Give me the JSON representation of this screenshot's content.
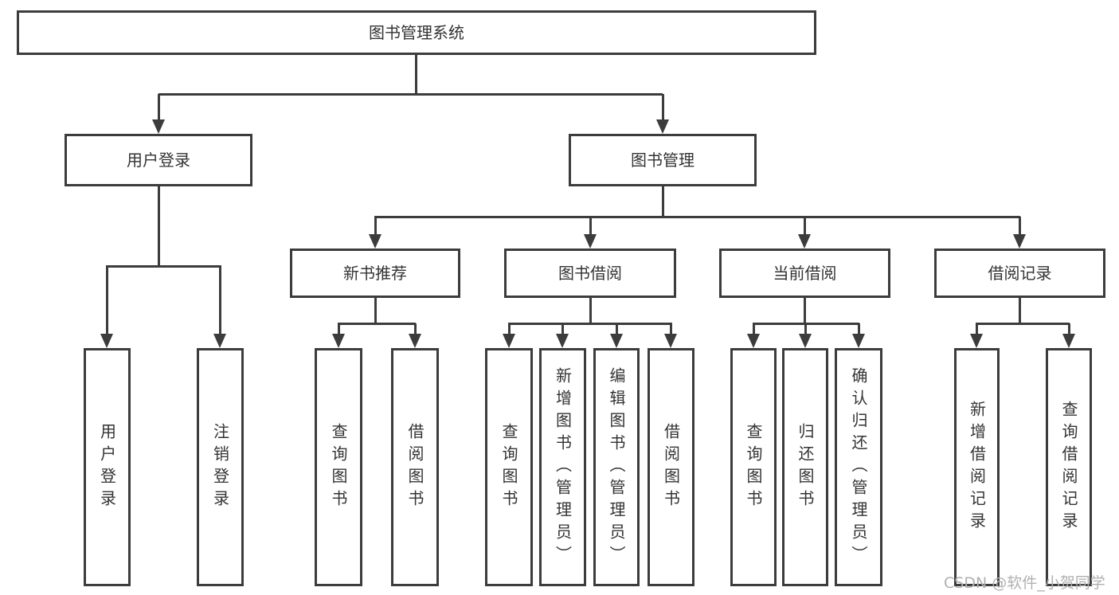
{
  "diagram": {
    "root": {
      "label": "图书管理系统"
    },
    "level2": [
      {
        "label": "用户登录"
      },
      {
        "label": "图书管理"
      }
    ],
    "level3": [
      {
        "label": "新书推荐"
      },
      {
        "label": "图书借阅"
      },
      {
        "label": "当前借阅"
      },
      {
        "label": "借阅记录"
      }
    ],
    "leaves": {
      "user_login": [
        {
          "label": "用户登录"
        },
        {
          "label": "注销登录"
        }
      ],
      "new_book": [
        {
          "label": "查询图书"
        },
        {
          "label": "借阅图书"
        }
      ],
      "book_borrow": [
        {
          "label": "查询图书"
        },
        {
          "label": "新增图书（管理员）"
        },
        {
          "label": "编辑图书（管理员）"
        },
        {
          "label": "借阅图书"
        }
      ],
      "current_borrow": [
        {
          "label": "查询图书"
        },
        {
          "label": "归还图书"
        },
        {
          "label": "确认归还（管理员）"
        }
      ],
      "borrow_records": [
        {
          "label": "新增借阅记录"
        },
        {
          "label": "查询借阅记录"
        }
      ]
    }
  },
  "watermark": {
    "text": "CSDN @软件_小贺同学",
    "color": "#b0b0b0"
  },
  "colors": {
    "line": "#3c3c3c",
    "text": "#333333",
    "background": "#ffffff"
  }
}
